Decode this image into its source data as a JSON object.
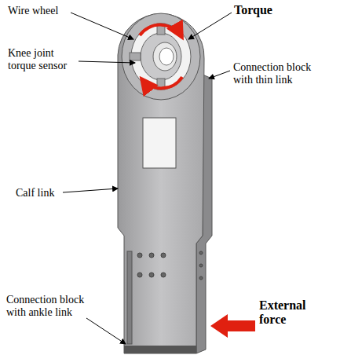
{
  "diagram": {
    "labels": [
      "Wire wheel",
      "Knee joint torque sensor",
      "Torque",
      "Connection block with thin link",
      "Calf link",
      "Connection block with ankle link",
      "External force"
    ]
  }
}
